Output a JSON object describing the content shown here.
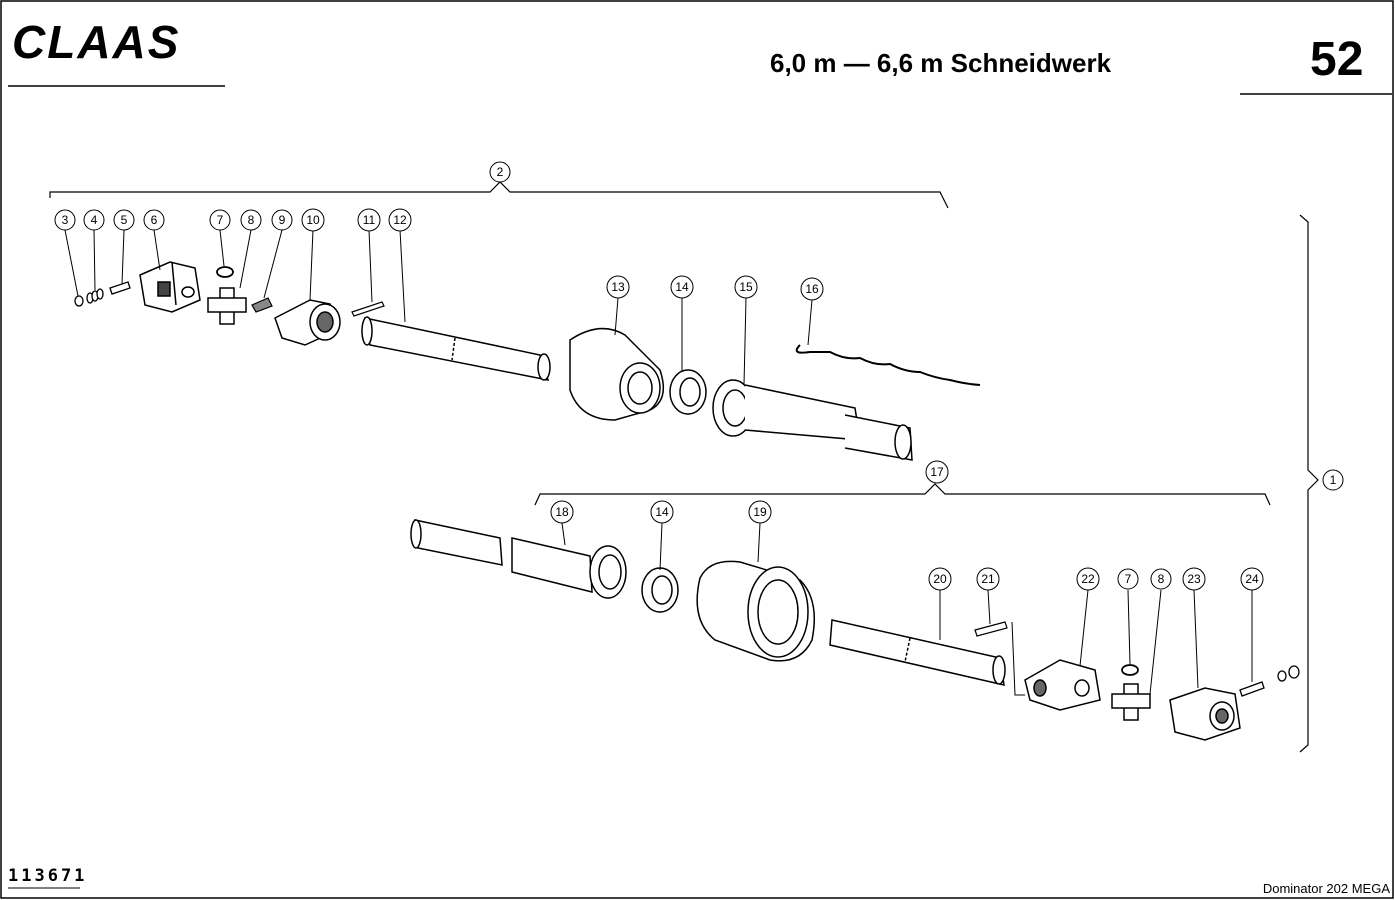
{
  "header": {
    "brand": "CLAAS",
    "title": "6,0 m — 6,6 m Schneidwerk",
    "page_number": "52"
  },
  "footer": {
    "drawing_id": "113671",
    "model": "Dominator 202 MEGA"
  },
  "callouts": {
    "c1": "1",
    "c2": "2",
    "c3": "3",
    "c4": "4",
    "c5": "5",
    "c6": "6",
    "c7a": "7",
    "c8a": "8",
    "c9": "9",
    "c10": "10",
    "c11": "11",
    "c12": "12",
    "c13": "13",
    "c14a": "14",
    "c15": "15",
    "c16": "16",
    "c17": "17",
    "c18": "18",
    "c14b": "14",
    "c19": "19",
    "c20": "20",
    "c21": "21",
    "c22": "22",
    "c7b": "7",
    "c8b": "8",
    "c23": "23",
    "c24": "24"
  }
}
